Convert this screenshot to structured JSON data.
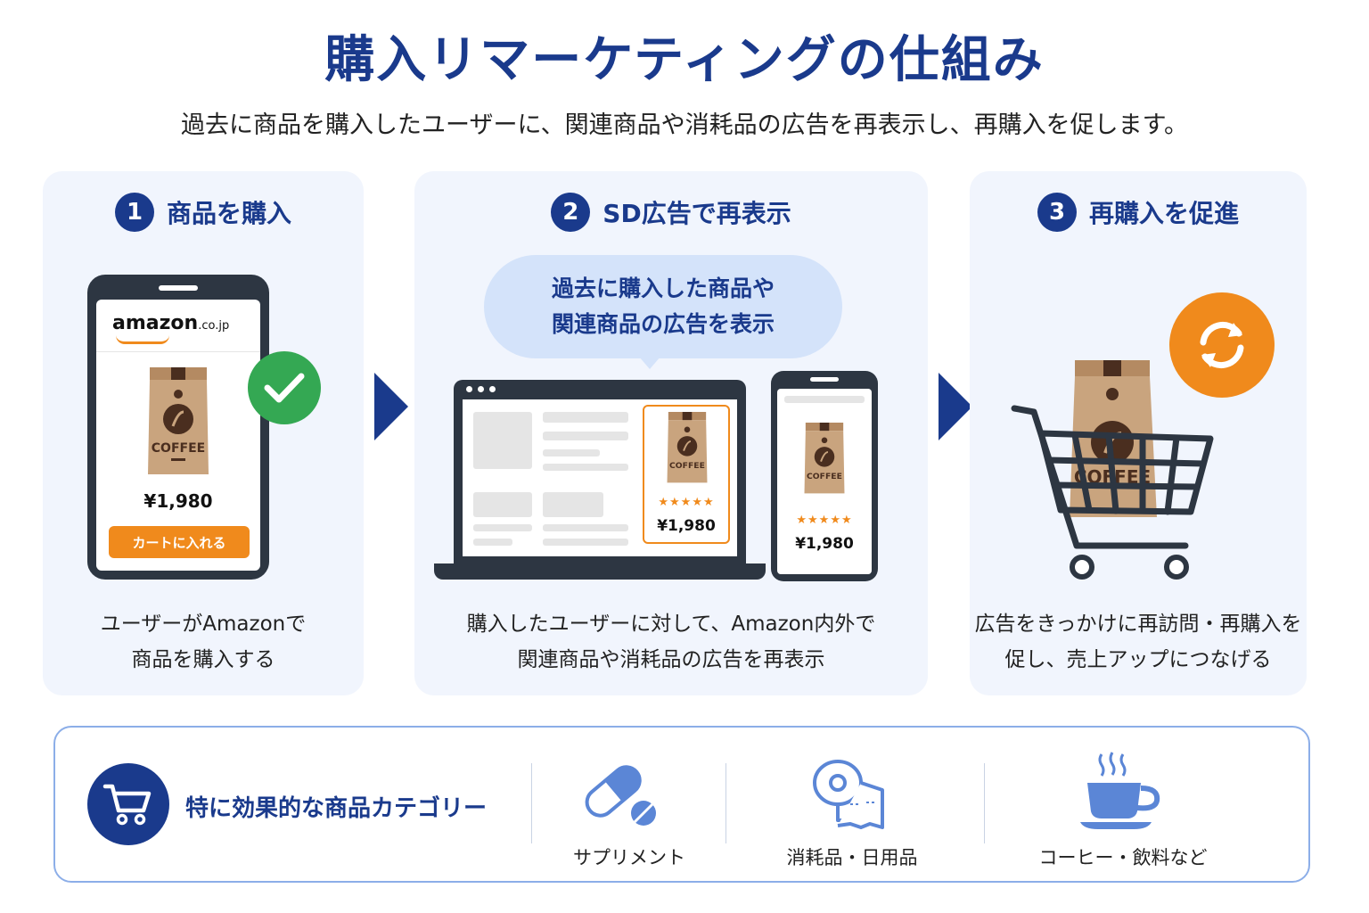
{
  "header": {
    "title": "購入リマーケティングの仕組み",
    "subtitle": "過去に商品を購入したユーザーに、関連商品や消耗品の広告を再表示し、再購入を促します。"
  },
  "steps": [
    {
      "number": "1",
      "title": "商品を購入",
      "desc_line1": "ユーザーがAmazonで",
      "desc_line2": "商品を購入する"
    },
    {
      "number": "2",
      "title": "SD広告で再表示",
      "desc_line1": "購入したユーザーに対して、Amazon内外で",
      "desc_line2": "関連商品や消耗品の広告を再表示"
    },
    {
      "number": "3",
      "title": "再購入を促進",
      "desc_line1": "広告をきっかけに再訪問・再購入を",
      "desc_line2": "促し、売上アップにつなげる"
    }
  ],
  "phone_mockup": {
    "logo": "amazon",
    "logo_suffix": ".co.jp",
    "product_label": "COFFEE",
    "price": "¥1,980",
    "cart_button": "カートに入れる"
  },
  "ad_mockup": {
    "bubble_line1": "過去に購入した商品や",
    "bubble_line2": "関連商品の広告を表示",
    "product_label": "COFFEE",
    "stars": "★★★★★",
    "price": "¥1,980"
  },
  "cart_mockup": {
    "product_label": "COFFEE"
  },
  "categories": {
    "title": "特に効果的な商品カテゴリー",
    "items": [
      {
        "label": "サプリメント",
        "icon": "pill-icon"
      },
      {
        "label": "消耗品・日用品",
        "icon": "toilet-paper-icon"
      },
      {
        "label": "コーヒー・飲料など",
        "icon": "coffee-cup-icon"
      }
    ]
  },
  "colors": {
    "navy": "#1a3a8c",
    "orange": "#f08a1c",
    "green": "#34a853",
    "panel_bg": "#f1f5fd",
    "bubble_bg": "#d4e3fa",
    "device": "#2d3642",
    "icon_blue": "#5b86d6"
  }
}
